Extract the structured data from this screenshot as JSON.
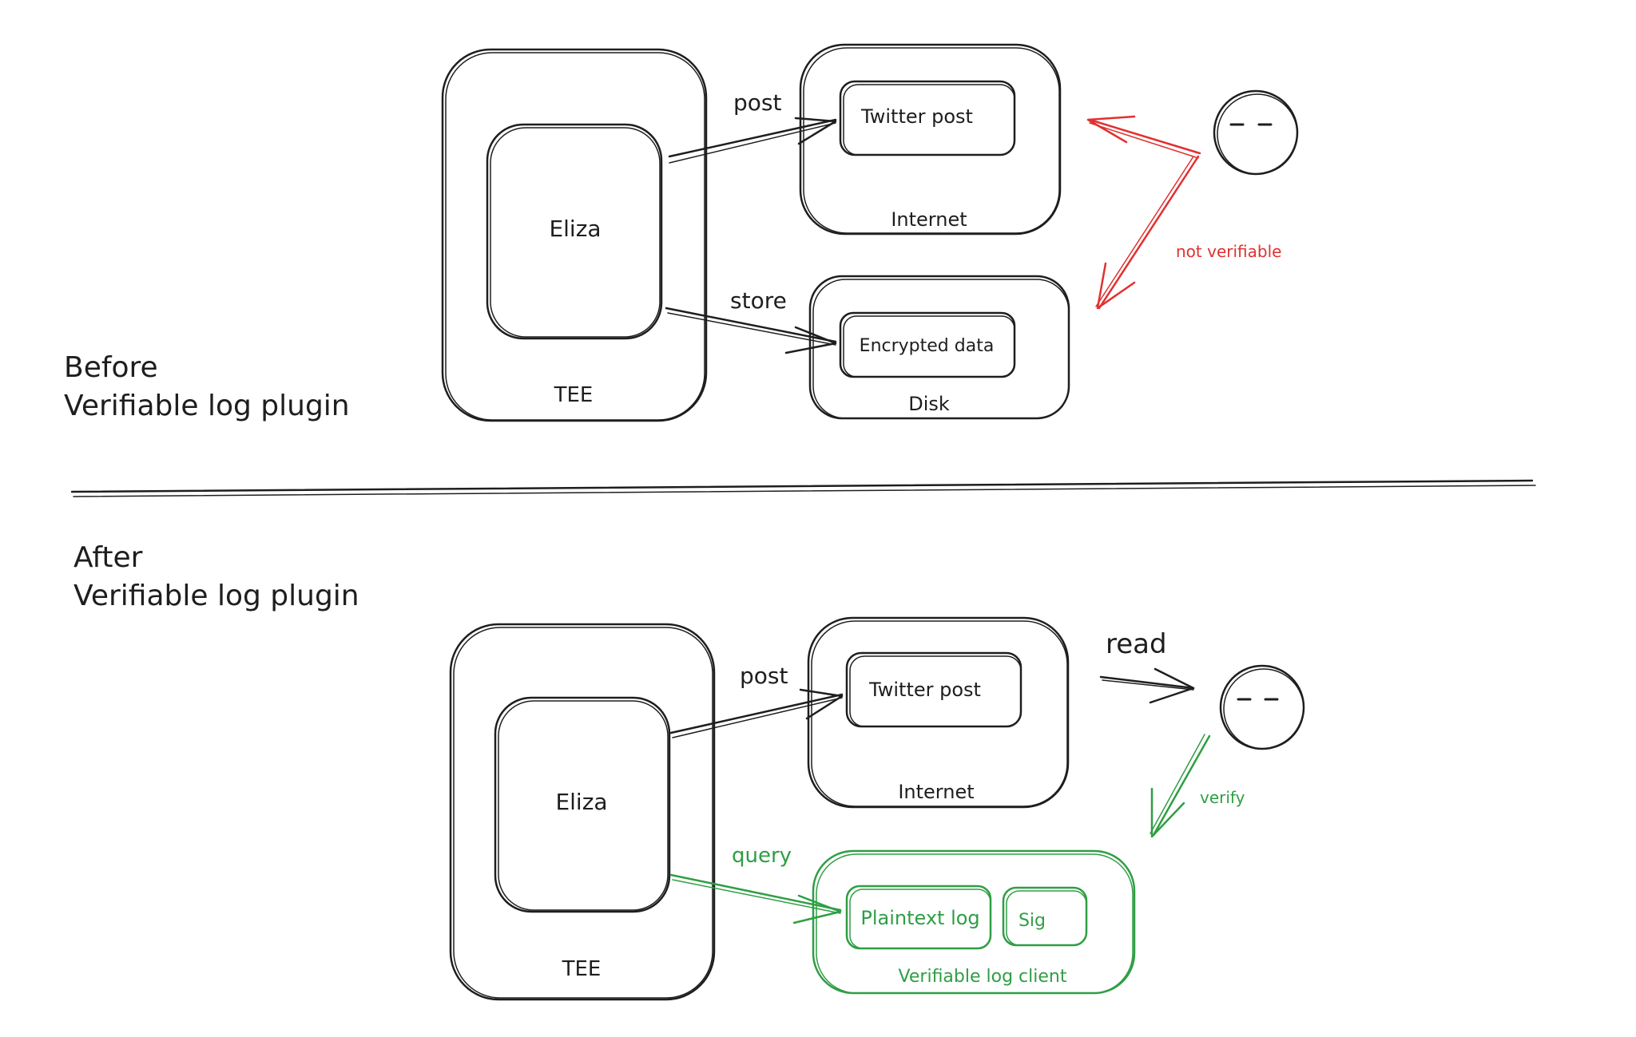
{
  "before": {
    "heading_line1": "Before",
    "heading_line2": "Verifiable log plugin",
    "tee_label": "TEE",
    "eliza_label": "Eliza",
    "internet_label": "Internet",
    "twitter_post_label": "Twitter post",
    "disk_label": "Disk",
    "encrypted_data_label": "Encrypted data",
    "post_arrow_label": "post",
    "store_arrow_label": "store",
    "not_verifiable_label": "not verifiable"
  },
  "after": {
    "heading_line1": "After",
    "heading_line2": "Verifiable log plugin",
    "tee_label": "TEE",
    "eliza_label": "Eliza",
    "internet_label": "Internet",
    "twitter_post_label": "Twitter post",
    "post_arrow_label": "post",
    "read_arrow_label": "read",
    "verify_label": "verify",
    "query_arrow_label": "query",
    "plaintext_log_label": "Plaintext log",
    "sig_label": "Sig",
    "verifiable_log_client_label": "Verifiable log client"
  },
  "colors": {
    "ink": "#1e1e1e",
    "red": "#e03131",
    "green": "#2f9e44",
    "background": "#ffffff"
  },
  "icons": {
    "user": "face-icon"
  }
}
